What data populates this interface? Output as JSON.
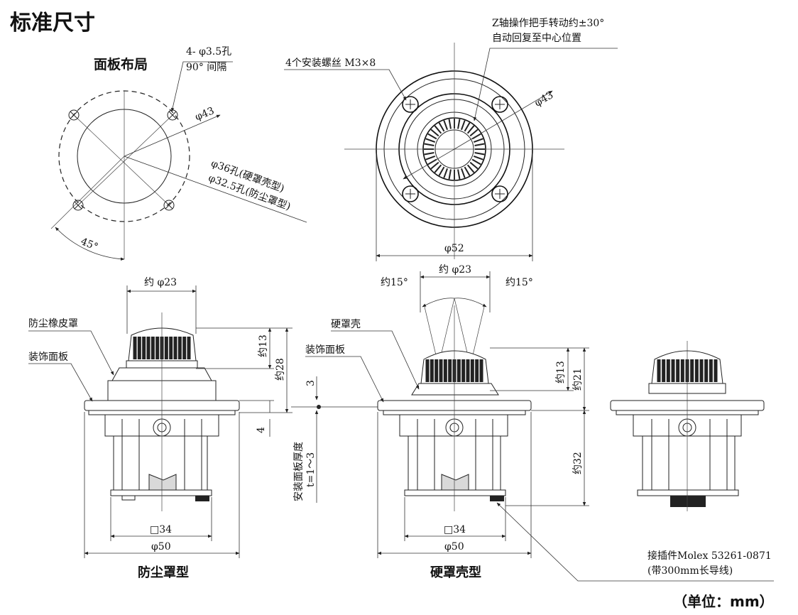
{
  "title": "标准尺寸",
  "unit_note": "（单位：mm）",
  "panel_layout": {
    "heading": "面板布局",
    "hole_note_1": "4- φ3.5孔",
    "hole_note_2": "90° 间隔",
    "dia_43": "φ43",
    "hole_36": "φ36孔(硬罩壳型)",
    "hole_32": "φ32.5孔(防尘罩型)",
    "angle_45": "45°"
  },
  "top_view": {
    "z_axis_1": "Z轴操作把手转动约±30°",
    "z_axis_2": "自动回复至中心位置",
    "screws": "4个安装螺丝 M3×8",
    "dia_43": "φ43",
    "dia_52": "φ52"
  },
  "dust_cover": {
    "label": "防尘罩型",
    "dia_23": "约 φ23",
    "rubber_cover": "防尘橡皮罩",
    "deco_panel": "装饰面板",
    "h13": "约13",
    "h28": "约28",
    "sq34": "□34",
    "dia_50": "φ50",
    "d4": "4",
    "d3": "3"
  },
  "hard_cover": {
    "label": "硬罩壳型",
    "dia_23": "约 φ23",
    "angle_left": "约15°",
    "angle_right": "约15°",
    "hard_shell": "硬罩壳",
    "deco_panel": "装饰面板",
    "h13": "约13",
    "h21": "约21",
    "h32": "约32",
    "sq34": "□34",
    "dia_50": "φ50",
    "panel_thickness_1": "安装面板厚度",
    "panel_thickness_2": "t=1～3"
  },
  "connector": {
    "line1": "接插件Molex 53261-0871",
    "line2": "(带300mm长导线)"
  }
}
